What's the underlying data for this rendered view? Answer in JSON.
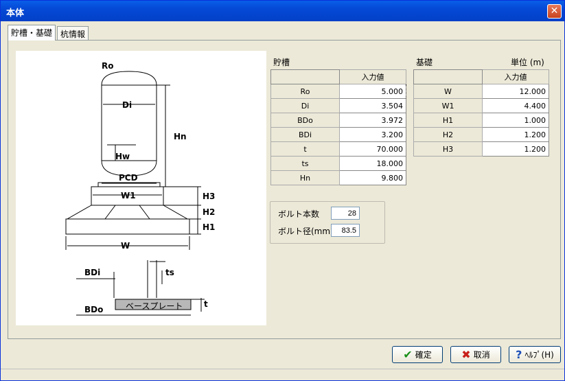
{
  "window": {
    "title": "本体",
    "close_icon": "close-icon"
  },
  "tabs": [
    {
      "label": "貯槽・基礎",
      "active": true
    },
    {
      "label": "杭情報",
      "active": false
    }
  ],
  "diagram": {
    "labels": {
      "ro": "Ro",
      "di": "Di",
      "hn": "Hn",
      "hw": "Hw",
      "pcd": "PCD",
      "w1": "W1",
      "h3": "H3",
      "h2": "H2",
      "h1": "H1",
      "w": "W",
      "bdi": "BDi",
      "ts": "ts",
      "bdo": "BDo",
      "t": "t",
      "baseplate": "ベースプレート"
    }
  },
  "tank": {
    "title": "貯槽",
    "header": "入力値",
    "rows": [
      {
        "name": "Ro",
        "value": "5.000"
      },
      {
        "name": "Di",
        "value": "3.504"
      },
      {
        "name": "BDo",
        "value": "3.972"
      },
      {
        "name": "BDi",
        "value": "3.200"
      },
      {
        "name": "t",
        "value": "70.000"
      },
      {
        "name": "ts",
        "value": "18.000"
      },
      {
        "name": "Hn",
        "value": "9.800"
      }
    ]
  },
  "foundation": {
    "title": "基礎",
    "unit": "単位 (m)",
    "header": "入力値",
    "rows": [
      {
        "name": "W",
        "value": "12.000"
      },
      {
        "name": "W1",
        "value": "4.400"
      },
      {
        "name": "H1",
        "value": "1.000"
      },
      {
        "name": "H2",
        "value": "1.200"
      },
      {
        "name": "H3",
        "value": "1.200"
      }
    ]
  },
  "bolts": {
    "count_label": "ボルト本数",
    "count_value": "28",
    "diameter_label": "ボルト径(mm)",
    "diameter_value": "83.5"
  },
  "buttons": {
    "ok": "確定",
    "cancel": "取消",
    "help": "ﾍﾙﾌﾟ(H)"
  }
}
